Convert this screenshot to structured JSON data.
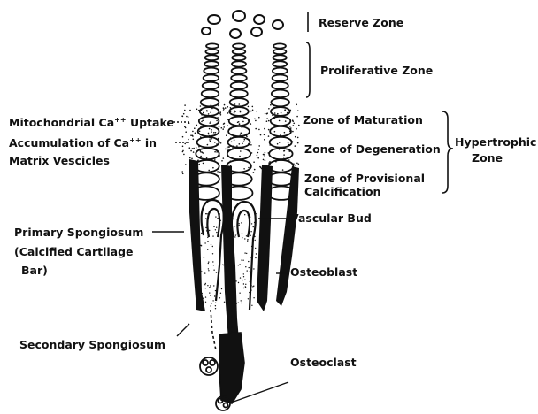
{
  "labels": {
    "reserve_zone": "Reserve Zone",
    "proliferative_zone": "Proliferative Zone",
    "mito_ca_uptake_a": "Mitochondrial Ca",
    "mito_ca_uptake_b": "Uptake",
    "accum_ca_a": "Accumulation of Ca",
    "accum_ca_b": "in",
    "matrix_vescicles": "Matrix Vescicles",
    "ca_superscript": "++",
    "zone_maturation": "Zone of Maturation",
    "zone_degeneration": "Zone of Degeneration",
    "zone_prov_calc_1": "Zone of Provisional",
    "zone_prov_calc_2": "Calcification",
    "hypertrophic_1": "Hypertrophic",
    "hypertrophic_2": "Zone",
    "vascular_bud": "Vascular Bud",
    "primary_spongiosum": "Primary Spongiosum",
    "calcified_cartilage_1": "(Calcified Cartilage",
    "calcified_cartilage_2": "Bar)",
    "osteoblast": "Osteoblast",
    "secondary_spongiosum": "Secondary Spongiosum",
    "osteoclast": "Osteoclast"
  },
  "colors": {
    "ink": "#111111",
    "background": "#ffffff"
  }
}
